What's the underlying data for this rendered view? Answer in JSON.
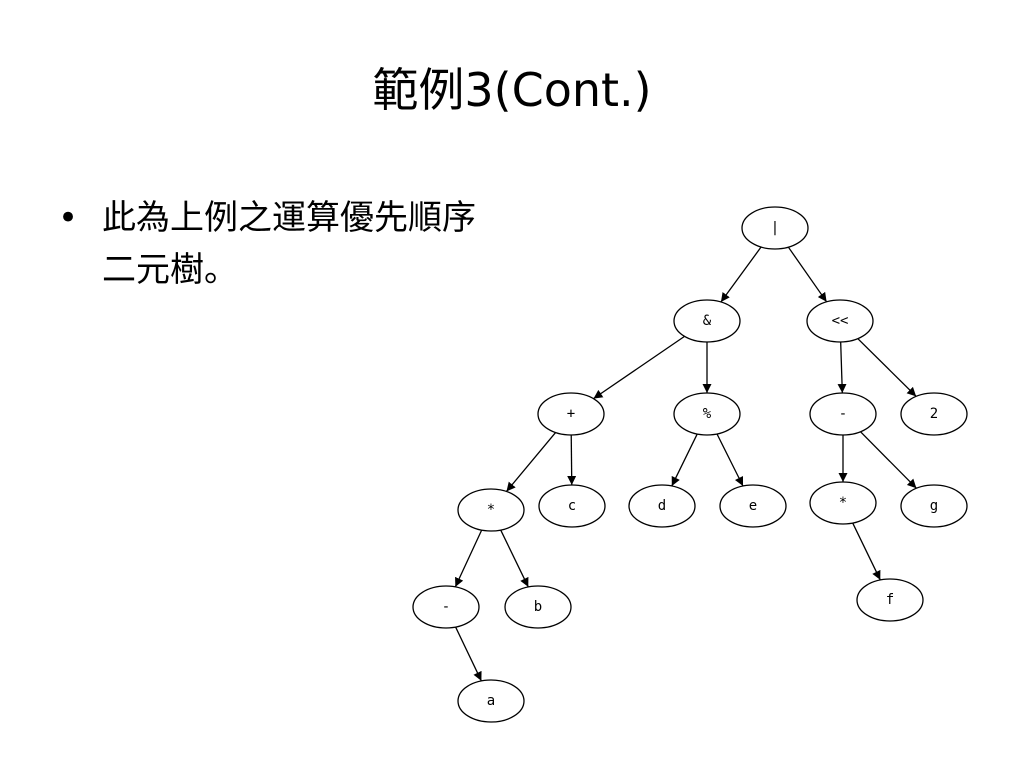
{
  "slide": {
    "title": "範例3(Cont.)",
    "bullets": [
      {
        "lines": [
          "此為上例之運算優先順序",
          "二元樹。"
        ]
      }
    ]
  },
  "tree": {
    "nodes": [
      {
        "id": "or",
        "label": "|"
      },
      {
        "id": "and",
        "label": "&"
      },
      {
        "id": "shl",
        "label": "<<"
      },
      {
        "id": "plus",
        "label": "+"
      },
      {
        "id": "mod",
        "label": "%"
      },
      {
        "id": "minus1",
        "label": "-"
      },
      {
        "id": "two",
        "label": "2"
      },
      {
        "id": "mul1",
        "label": "*"
      },
      {
        "id": "c",
        "label": "c"
      },
      {
        "id": "d",
        "label": "d"
      },
      {
        "id": "e",
        "label": "e"
      },
      {
        "id": "mul2",
        "label": "*"
      },
      {
        "id": "g",
        "label": "g"
      },
      {
        "id": "minus2",
        "label": "-"
      },
      {
        "id": "b",
        "label": "b"
      },
      {
        "id": "f",
        "label": "f"
      },
      {
        "id": "a",
        "label": "a"
      }
    ],
    "edges": [
      [
        "or",
        "and"
      ],
      [
        "or",
        "shl"
      ],
      [
        "and",
        "plus"
      ],
      [
        "and",
        "mod"
      ],
      [
        "shl",
        "minus1"
      ],
      [
        "shl",
        "two"
      ],
      [
        "plus",
        "mul1"
      ],
      [
        "plus",
        "c"
      ],
      [
        "mod",
        "d"
      ],
      [
        "mod",
        "e"
      ],
      [
        "minus1",
        "mul2"
      ],
      [
        "minus1",
        "g"
      ],
      [
        "mul1",
        "minus2"
      ],
      [
        "mul1",
        "b"
      ],
      [
        "mul2",
        "f"
      ],
      [
        "minus2",
        "a"
      ]
    ]
  }
}
